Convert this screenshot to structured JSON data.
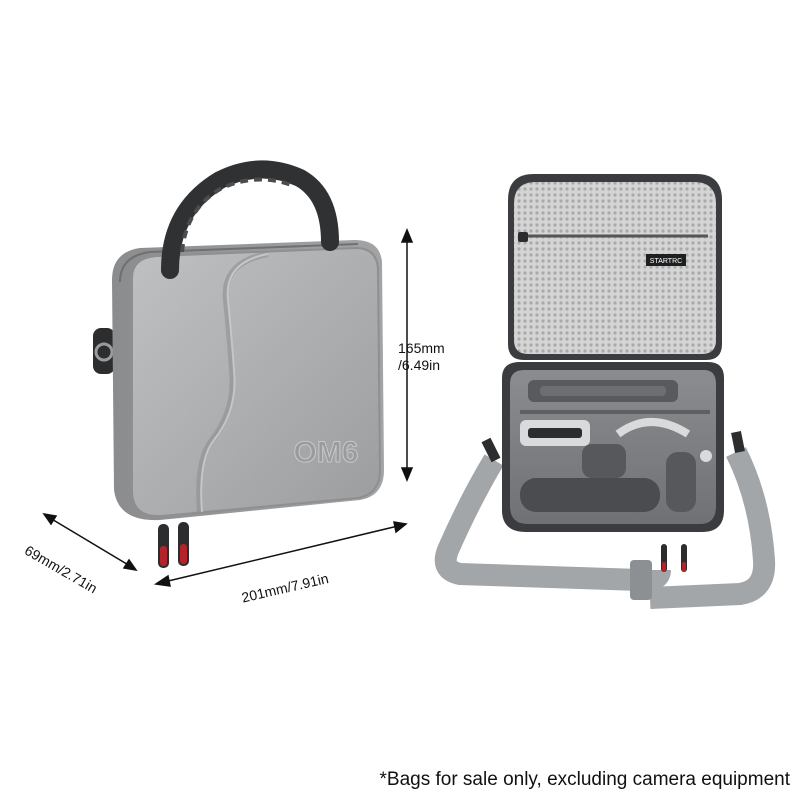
{
  "product": {
    "logo_text": "OM6",
    "brand_tag": "STARTRC"
  },
  "dimensions": {
    "height_mm": "165mm",
    "height_in": "/6.49in",
    "width": "201mm/7.91in",
    "depth": "69mm/2.71in"
  },
  "footnote": "*Bags for sale only, excluding camera equipment",
  "colors": {
    "case_gray": "#a9aaac",
    "case_shadow": "#8e8f91",
    "handle": "#2f3133",
    "zipper_pull": "#b4232a",
    "strap": "#a3a6a9",
    "mesh": "#c9c9c9",
    "interior": "#7d7f82"
  }
}
